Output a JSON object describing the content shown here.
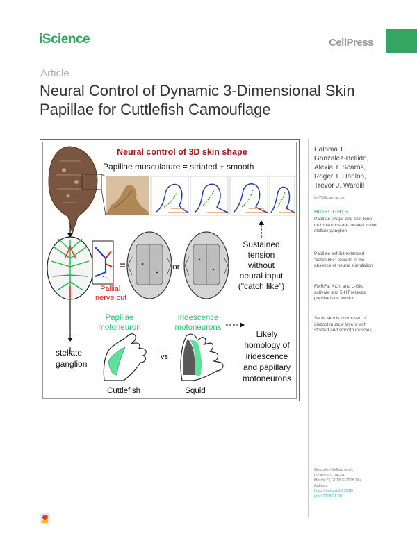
{
  "header": {
    "journal": "iScience",
    "publisher": "CellPress",
    "article_type": "Article",
    "title_line1": "Neural Control of Dynamic 3-Dimensional Skin",
    "title_line2": "Papillae for Cuttlefish Camouflage"
  },
  "graphical_abstract": {
    "heading": "Neural control of 3D skin shape",
    "subheading": "Papillae musculature = striated + smooth",
    "equals": "=",
    "or": "or",
    "sustained": [
      "Sustained",
      "tension",
      "without",
      "neural input",
      "(\"catch like\")"
    ],
    "pallial": [
      "Pallial",
      "nerve cut"
    ],
    "papillae_moto": [
      "Papillae",
      "motoneuron"
    ],
    "iridescence_moto": [
      "Iridescence",
      "motoneurons"
    ],
    "vs": "vs",
    "likely": [
      "Likely",
      "homology of",
      "iridescence",
      "and papillary",
      "motoneurons"
    ],
    "stellate": [
      "stellate",
      "ganglion"
    ],
    "cuttlefish": "Cuttlefish",
    "squid": "Squid"
  },
  "sidebar": {
    "authors": [
      "Paloma T.",
      "Gonzalez-Bellido,",
      "Alexia T. Scaros,",
      "Roger T. Hanlon,",
      "Trevor J. Wardill"
    ],
    "email": "tjw79@cam.ac.uk",
    "highlights_heading": "HIGHLIGHTS",
    "highlights": [
      "Papillae shape and skin tone motoneurons are located in the stellate ganglion",
      "Papillae exhibit extended \"catch-like\" tension in the absence of neural stimulation",
      "FMRFa, ACh, and L-Glut activate and 5-HT relaxes papillae/skin tension",
      "Sepia skin is composed of distinct muscle layers with striated and smooth muscles"
    ],
    "citation_lines": [
      "Gonzalez-Bellido et al.,",
      "iScience 1, 24–34",
      "March 23, 2018 © 2018 The",
      "Authors."
    ],
    "doi_lines": [
      "https://doi.org/10.1016/",
      "j.isci.2018.01.001"
    ]
  },
  "colors": {
    "brand_green": "#35a561",
    "heading_red": "#a01818",
    "papillae_green": "#29c46f",
    "nerve_red": "#e02020"
  }
}
